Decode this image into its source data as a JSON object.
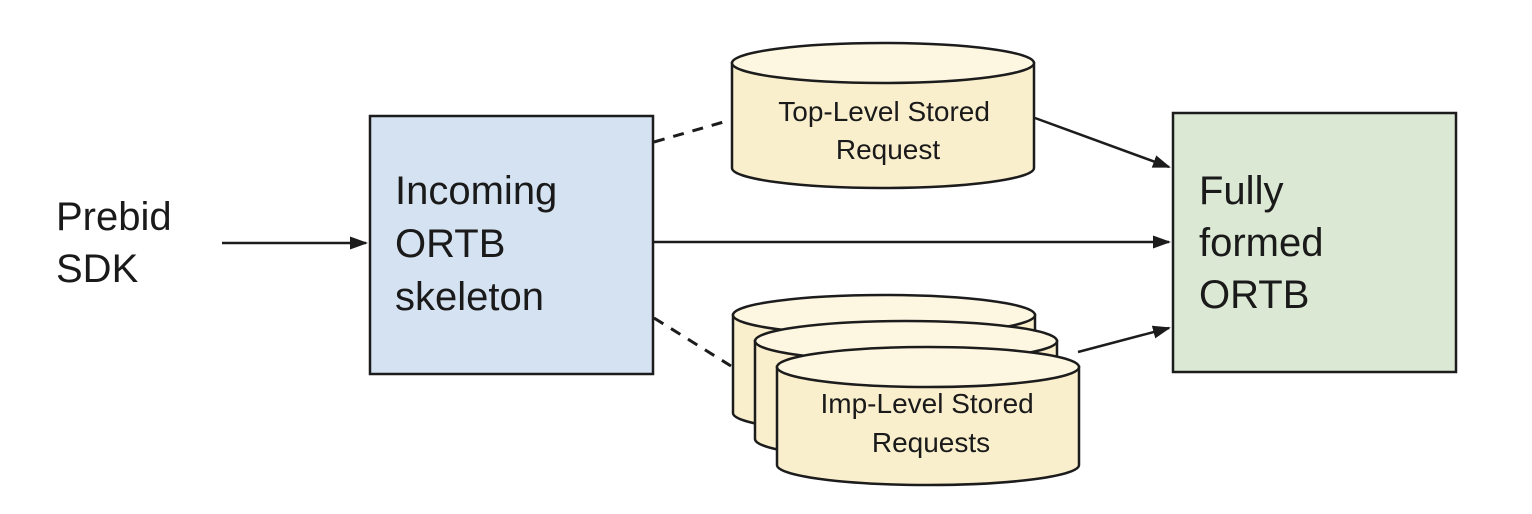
{
  "diagram": {
    "colors": {
      "background": "#ffffff",
      "box_blue_fill": "#d5e2f1",
      "box_green_fill": "#dbe8d3",
      "cylinder_body_fill": "#faefcd",
      "cylinder_top_fill": "#fdf6e1",
      "stroke": "#1c1c1c",
      "text": "#1a1a1a"
    },
    "nodes": {
      "prebid_sdk": {
        "shape": "text",
        "lines": [
          "Prebid",
          "SDK"
        ]
      },
      "incoming_ortb": {
        "shape": "rect",
        "lines": [
          "Incoming",
          "ORTB",
          "skeleton"
        ]
      },
      "top_level_stored_request": {
        "shape": "cylinder",
        "lines": [
          "Top-Level Stored",
          "Request"
        ]
      },
      "imp_level_stored_requests": {
        "shape": "cylinder-stack-3",
        "lines": [
          "Imp-Level Stored",
          "Requests"
        ]
      },
      "fully_formed_ortb": {
        "shape": "rect",
        "lines": [
          "Fully",
          "formed",
          "ORTB"
        ]
      }
    },
    "edges": [
      {
        "from": "prebid_sdk",
        "to": "incoming_ortb",
        "style": "solid-arrow"
      },
      {
        "from": "incoming_ortb",
        "to": "top_level_stored_request",
        "style": "dashed"
      },
      {
        "from": "top_level_stored_request",
        "to": "fully_formed_ortb",
        "style": "solid-arrow"
      },
      {
        "from": "incoming_ortb",
        "to": "fully_formed_ortb",
        "style": "solid-arrow"
      },
      {
        "from": "incoming_ortb",
        "to": "imp_level_stored_requests",
        "style": "dashed"
      },
      {
        "from": "imp_level_stored_requests",
        "to": "fully_formed_ortb",
        "style": "solid-arrow"
      }
    ]
  }
}
